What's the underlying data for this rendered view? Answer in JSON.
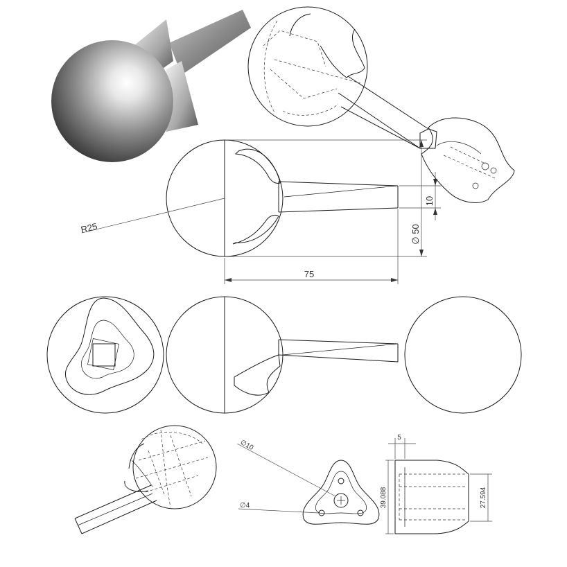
{
  "dimensions": {
    "radius": "R25",
    "shaft_width": "10",
    "ball_diameter": "∅ 50",
    "overall_length": "75",
    "hole_large": "∅10",
    "hole_small": "∅4",
    "rim_width": "5",
    "base_height": "39.088",
    "tip_height": "27.594"
  }
}
